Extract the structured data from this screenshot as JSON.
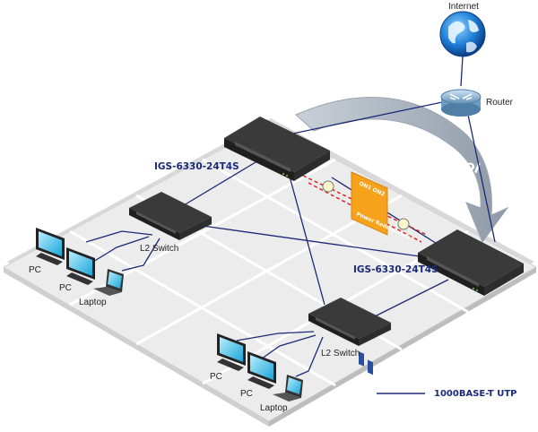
{
  "labels": {
    "internet": "Internet",
    "router": "Router",
    "vrrp": "VRRP Protocol",
    "switch_top": "IGS-6330-24T4S",
    "switch_right": "IGS-6330-24T4S",
    "l2_left": "L2 Switch",
    "l2_bottom": "L2 Switch",
    "pc1_left": "PC",
    "pc2_left": "PC",
    "laptop_left": "Laptop",
    "pc1_bottom": "PC",
    "pc2_bottom": "PC",
    "laptop_bottom": "Laptop",
    "sign_a": "ON1",
    "sign_b": "ON2",
    "sign_text": "Power Redundancy"
  },
  "legend": {
    "label": "1000BASE-T UTP",
    "line_color": "#1b2a78"
  },
  "colors": {
    "link": "#1b2a78",
    "floor": "#e4e4e4",
    "arrow": "#aeb7c2",
    "accent": "#f7a21b",
    "fiber": "#e02020"
  }
}
